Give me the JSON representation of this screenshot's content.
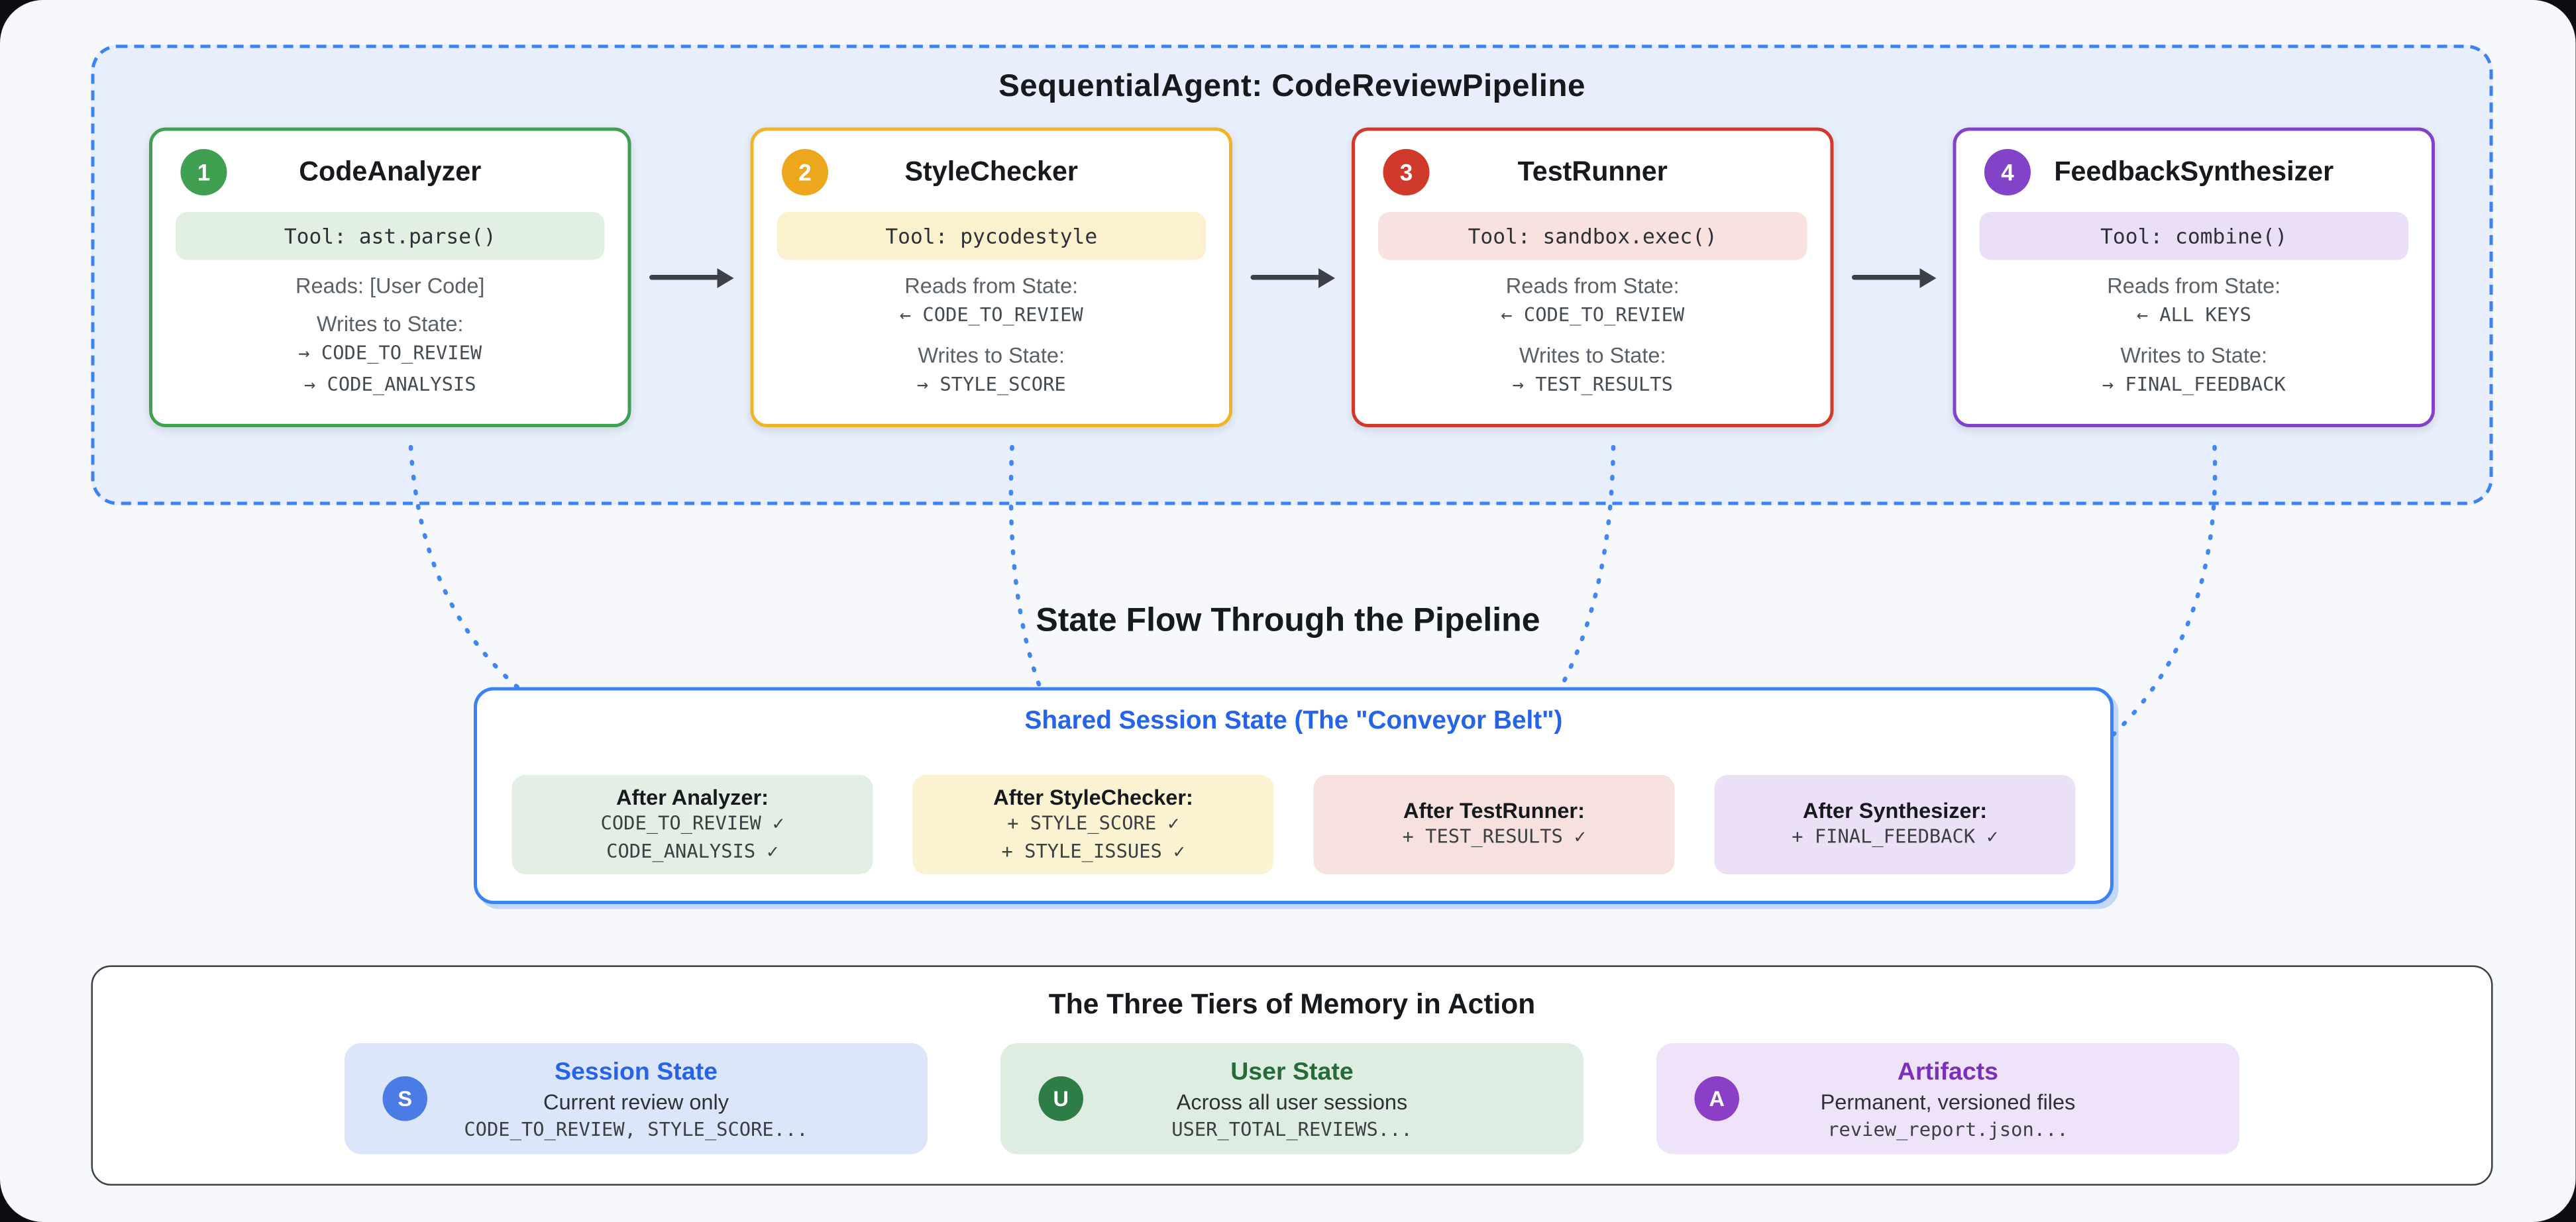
{
  "colors": {
    "accent_blue": "#3b82f6",
    "green": "#3fa052",
    "amber": "#f0b429",
    "red": "#cf3a2b",
    "purple": "#8243c9",
    "panel_fill": "#e8eefb",
    "canvas_bg": "#f6f8fb"
  },
  "pipeline": {
    "title": "SequentialAgent: CodeReviewPipeline",
    "agents": [
      {
        "number": "1",
        "name": "CodeAnalyzer",
        "tool": "Tool: ast.parse()",
        "reads_label": "Reads: [User Code]",
        "writes_label": "Writes to State:",
        "writes": [
          "→ CODE_TO_REVIEW",
          "→ CODE_ANALYSIS"
        ]
      },
      {
        "number": "2",
        "name": "StyleChecker",
        "tool": "Tool: pycodestyle",
        "reads_label": "Reads from State:",
        "reads": [
          "← CODE_TO_REVIEW"
        ],
        "writes_label": "Writes to State:",
        "writes": [
          "→ STYLE_SCORE"
        ]
      },
      {
        "number": "3",
        "name": "TestRunner",
        "tool": "Tool: sandbox.exec()",
        "reads_label": "Reads from State:",
        "reads": [
          "← CODE_TO_REVIEW"
        ],
        "writes_label": "Writes to State:",
        "writes": [
          "→ TEST_RESULTS"
        ]
      },
      {
        "number": "4",
        "name": "FeedbackSynthesizer",
        "tool": "Tool: combine()",
        "reads_label": "Reads from State:",
        "reads": [
          "← ALL KEYS"
        ],
        "writes_label": "Writes to State:",
        "writes": [
          "→ FINAL_FEEDBACK"
        ]
      }
    ]
  },
  "state_flow": {
    "heading": "State Flow Through the Pipeline",
    "panel_title": "Shared Session State (The \"Conveyor Belt\")",
    "stages": [
      {
        "title": "After Analyzer:",
        "keys": [
          "CODE_TO_REVIEW ✓",
          "CODE_ANALYSIS ✓"
        ]
      },
      {
        "title": "After StyleChecker:",
        "keys": [
          "+ STYLE_SCORE ✓",
          "+ STYLE_ISSUES ✓"
        ]
      },
      {
        "title": "After TestRunner:",
        "keys": [
          "+ TEST_RESULTS ✓"
        ]
      },
      {
        "title": "After Synthesizer:",
        "keys": [
          "+ FINAL_FEEDBACK ✓"
        ]
      }
    ]
  },
  "memory": {
    "title": "The Three Tiers of Memory in Action",
    "tiers": [
      {
        "letter": "S",
        "name": "Session State",
        "description": "Current review only",
        "keys": "CODE_TO_REVIEW, STYLE_SCORE..."
      },
      {
        "letter": "U",
        "name": "User State",
        "description": "Across all user sessions",
        "keys": "USER_TOTAL_REVIEWS..."
      },
      {
        "letter": "A",
        "name": "Artifacts",
        "description": "Permanent, versioned files",
        "keys": "review_report.json..."
      }
    ]
  }
}
